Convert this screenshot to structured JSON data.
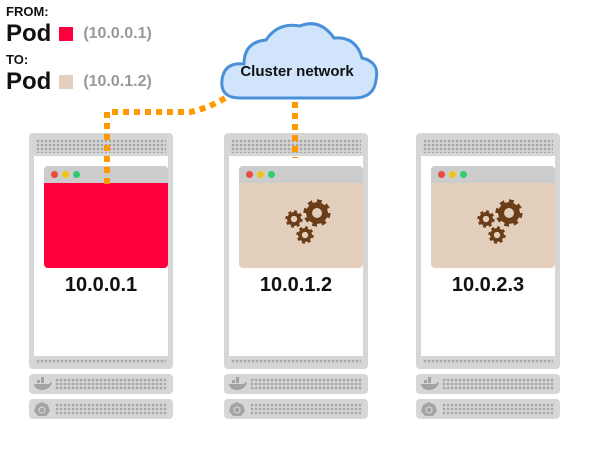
{
  "legend": {
    "from_label": "FROM:",
    "to_label": "TO:",
    "from": {
      "word": "Pod",
      "ip": "(10.0.0.1)",
      "color": "#ff003c"
    },
    "to": {
      "word": "Pod",
      "ip": "(10.0.1.2)",
      "color": "#e4cfbd"
    }
  },
  "cloud": {
    "label": "Cluster network",
    "fill": "#d0e4fb",
    "stroke": "#4a90d9"
  },
  "connector_color": "#ff9900",
  "nodes": [
    {
      "ip": "10.0.0.1",
      "pod_color": "#ff003c",
      "content": "blank"
    },
    {
      "ip": "10.0.1.2",
      "pod_color": "#e4cfbd",
      "content": "gears-icon"
    },
    {
      "ip": "10.0.2.3",
      "pod_color": "#e4cfbd",
      "content": "gears-icon"
    }
  ],
  "window_dots": [
    "#e74c3c",
    "#f1c40f",
    "#2ecc71"
  ],
  "gear_color": "#6b3e1a"
}
